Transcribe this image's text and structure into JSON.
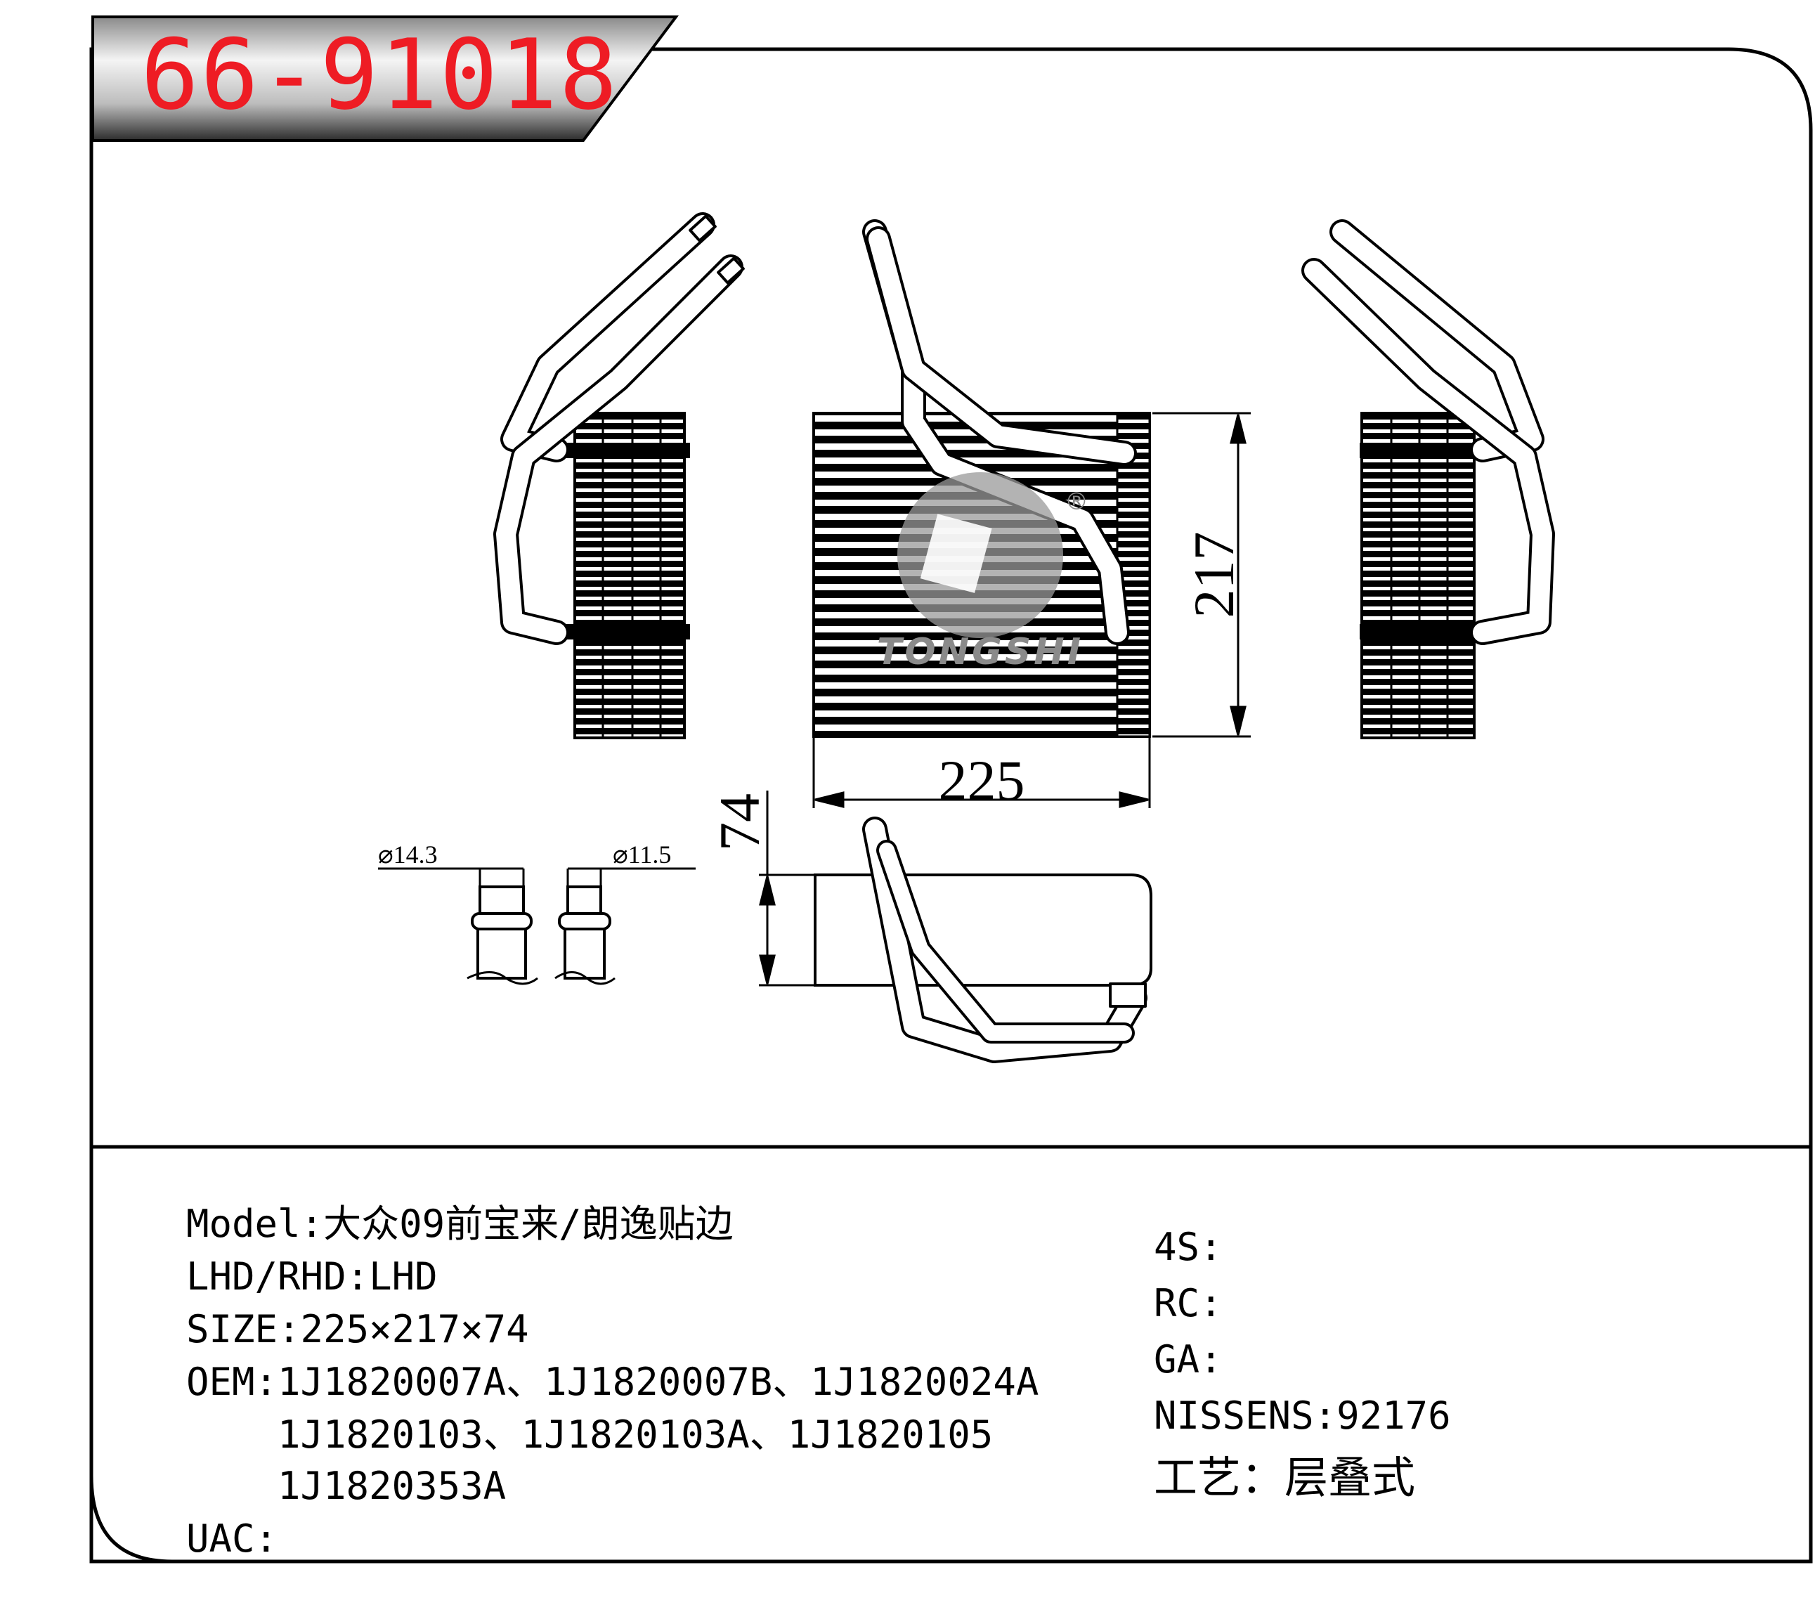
{
  "header": {
    "part_number": "66-91018"
  },
  "drawing": {
    "dim_width": "225",
    "dim_height": "217",
    "dim_depth": "74",
    "pipe_diameter_1": "⌀14.3",
    "pipe_diameter_2": "⌀11.5",
    "logo_text": "TONGSHI",
    "logo_mark": "®"
  },
  "specs": {
    "model": "Model:大众09前宝来/朗逸贴边",
    "drive": "LHD/RHD:LHD",
    "size": "SIZE:225×217×74",
    "oem_line1": "OEM:1J1820007A、1J1820007B、1J1820024A",
    "oem_line2": "1J1820103、1J1820103A、1J1820105",
    "oem_line3": "1J1820353A",
    "uac": "UAC:",
    "s4": "4S:",
    "rc": "RC:",
    "ga": "GA:",
    "nissens": "NISSENS:92176",
    "process": "工艺：层叠式"
  }
}
